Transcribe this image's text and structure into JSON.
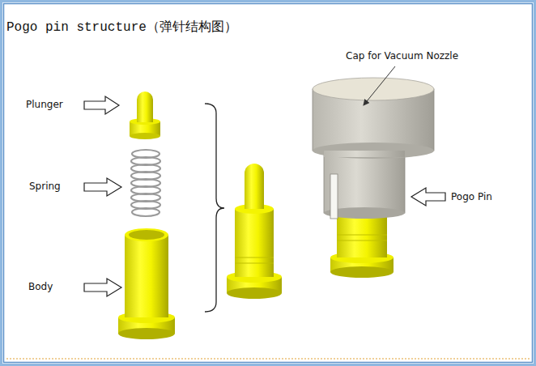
{
  "diagram": {
    "title": "Pogo pin structure（弹针结构图）",
    "labels": [
      "Plunger",
      "Spring",
      "Body",
      "Cap for Vacuum Nozzle",
      "Pogo Pin"
    ]
  }
}
